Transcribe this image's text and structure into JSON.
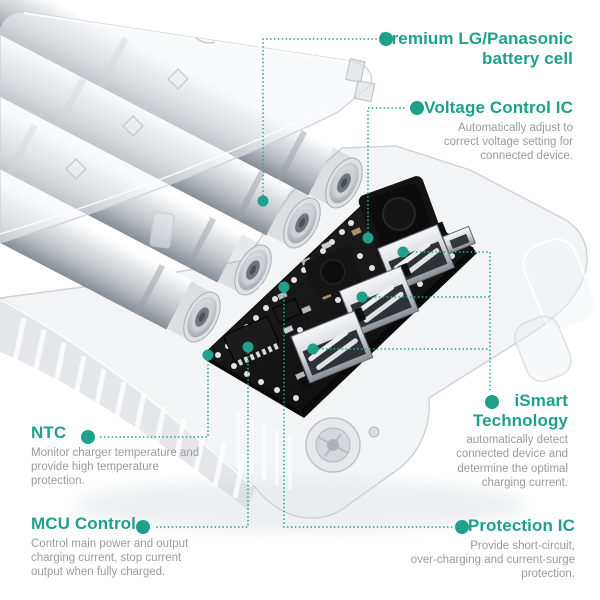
{
  "colors": {
    "accent_teal": "#1fa089",
    "connector_teal": "#27a78e",
    "description_gray": "#9b9b9b",
    "background": "#ffffff",
    "pcb_black": "#161616",
    "battery_silver": "#ccd0d4"
  },
  "callouts": {
    "battery": {
      "title": [
        "Premium LG/Panasonic",
        "battery cell"
      ],
      "description": []
    },
    "voltage_ic": {
      "title": [
        "Voltage Control IC"
      ],
      "description": [
        "Automatically adjust to",
        "correct voltage setting for",
        "connected device."
      ]
    },
    "ismart": {
      "title": [
        "iSmart",
        "Technology"
      ],
      "description": [
        "automatically detect",
        "connected device and",
        "determine the optimal",
        "charging current."
      ]
    },
    "protection_ic": {
      "title": [
        "Protection IC"
      ],
      "description": [
        "Provide short-circuit,",
        "over-charging and current-surge",
        "protection."
      ]
    },
    "ntc": {
      "title": [
        "NTC"
      ],
      "description": [
        "Monitor charger temperature and",
        "provide high temperature",
        "protection."
      ]
    },
    "mcu": {
      "title": [
        "MCU Control"
      ],
      "description": [
        "Control main power and output",
        "charging current, stop current",
        "output when fully charged."
      ]
    }
  },
  "icons": {
    "callout_dot": "filled-circle",
    "connector_line": "dotted-line"
  }
}
